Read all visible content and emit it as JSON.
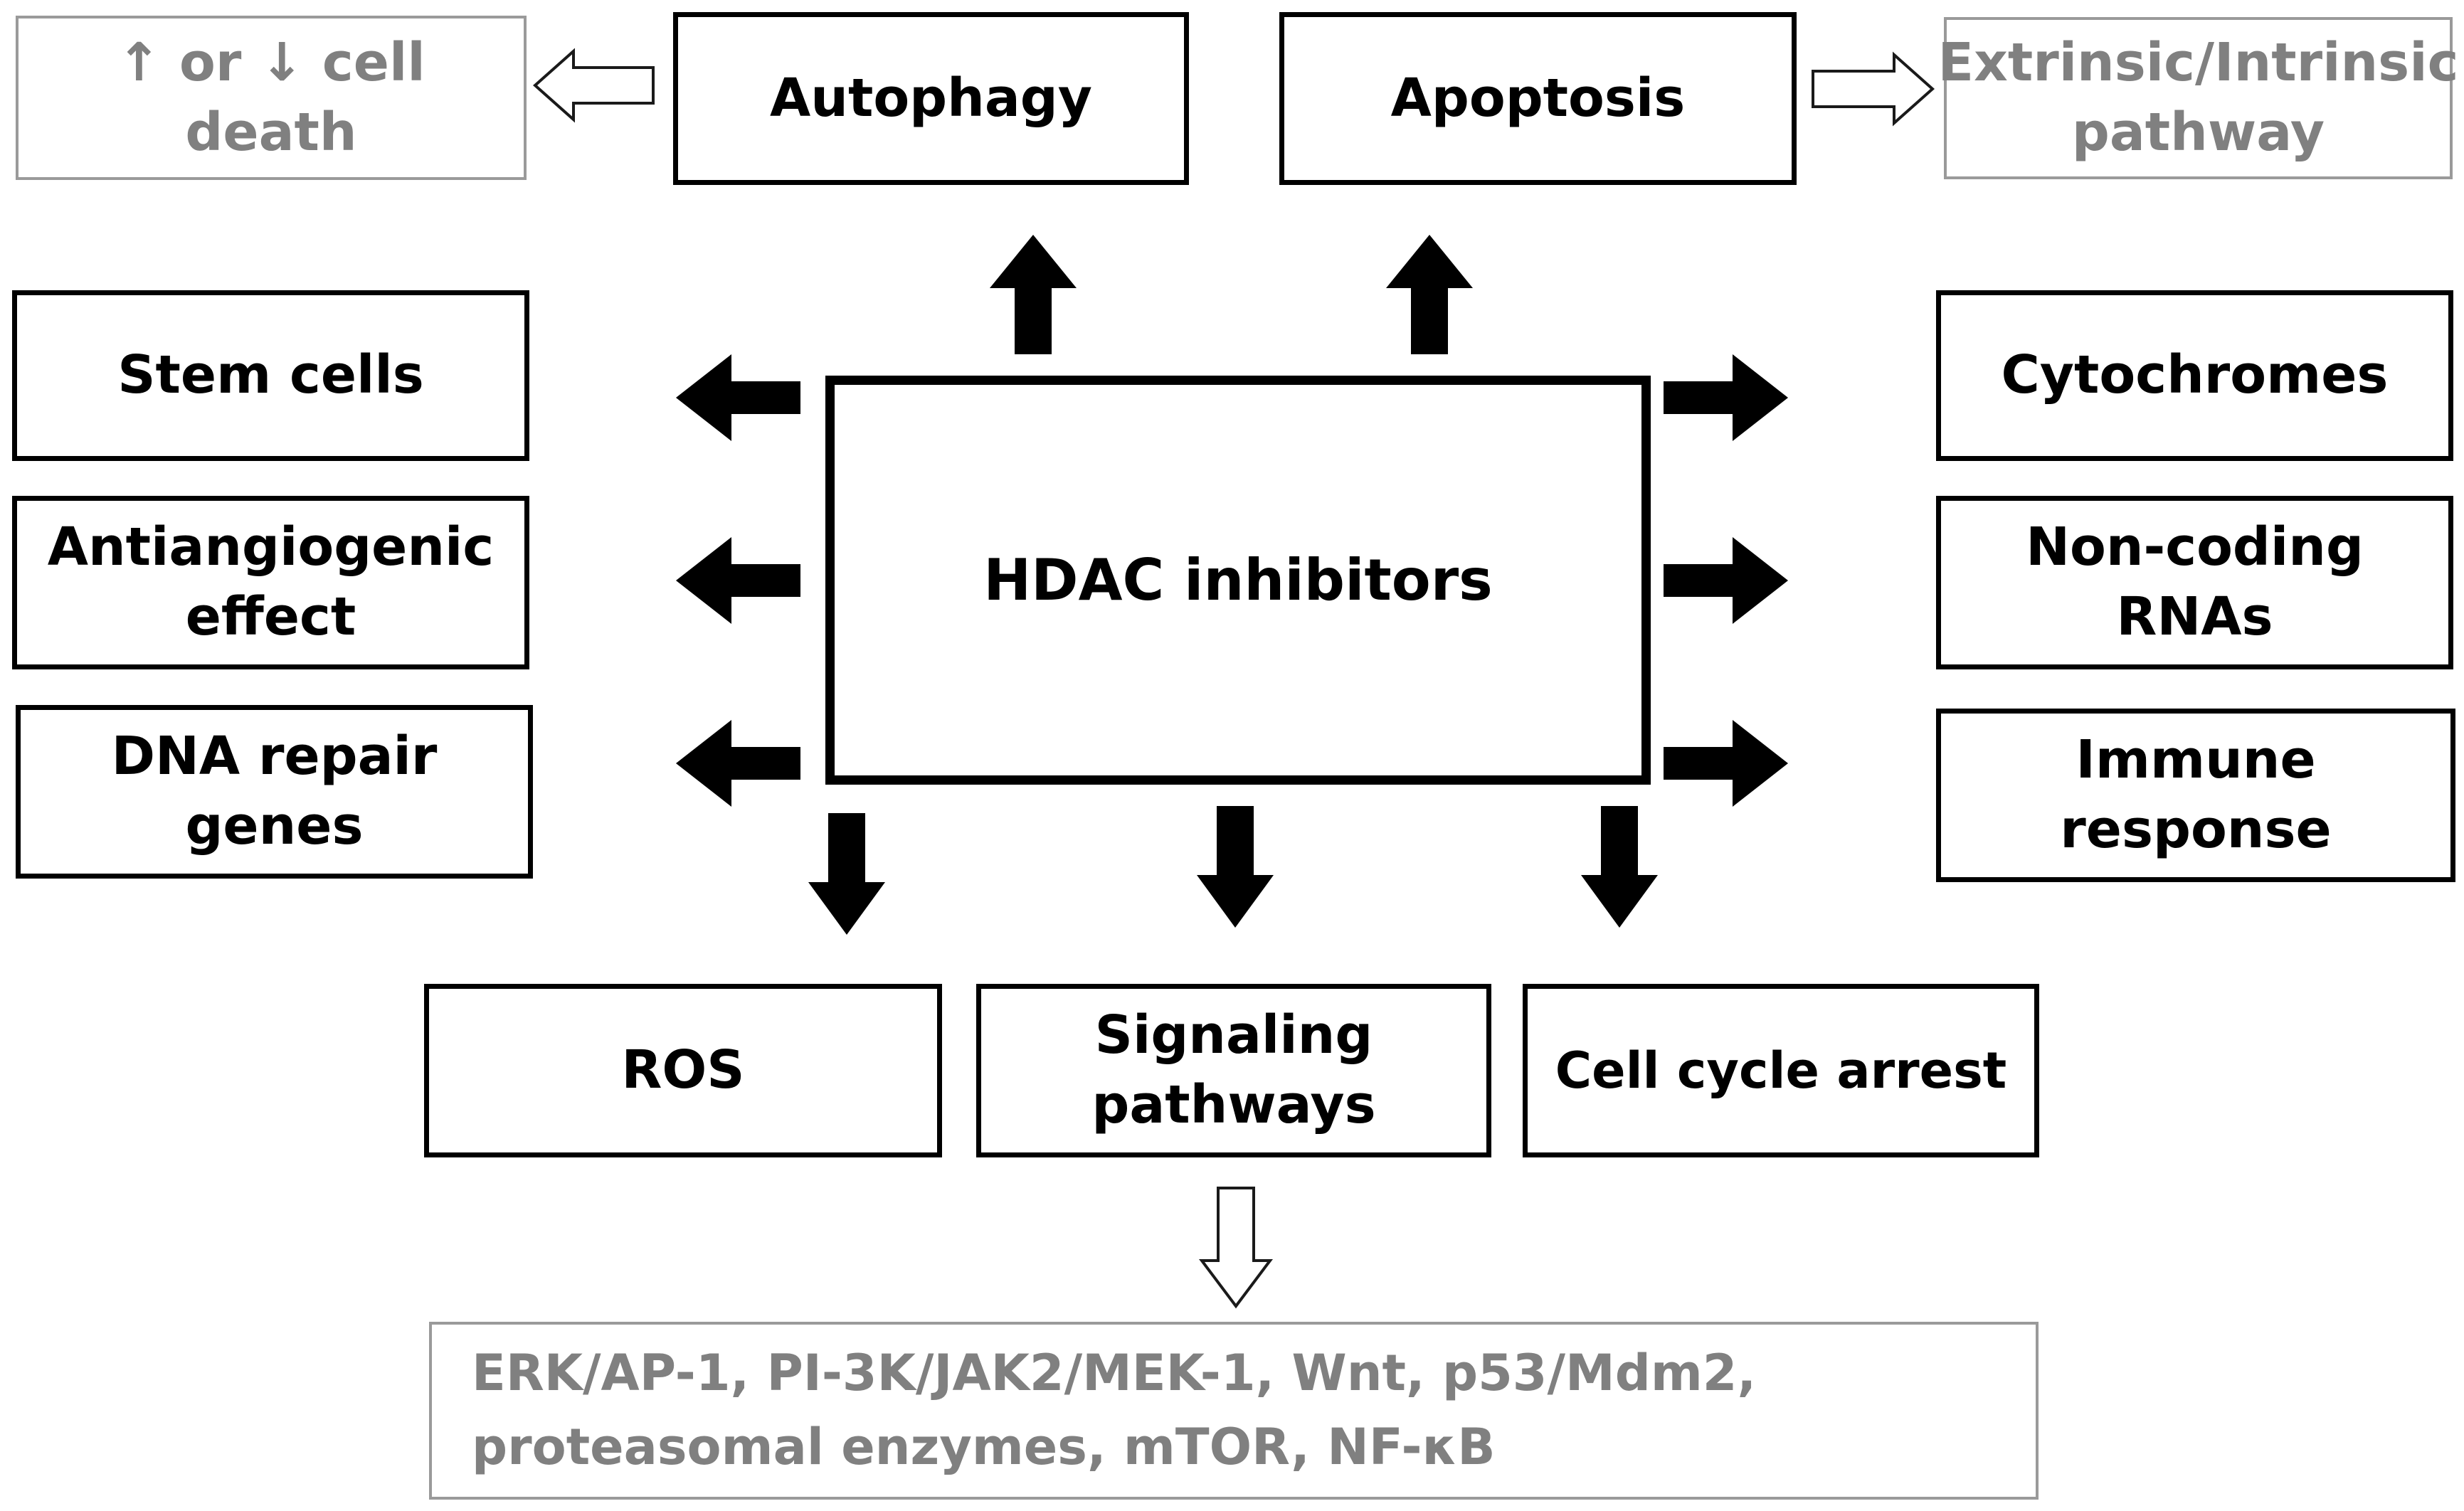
{
  "diagram": {
    "center": "HDAC inhibitors",
    "top": {
      "autophagy": "Autophagy",
      "apoptosis": "Apoptosis",
      "cell_death": "↑ or ↓ cell death",
      "pathway": "Extrinsic/Intrinsic pathway"
    },
    "left": {
      "stem_cells": "Stem cells",
      "antiangiogenic": "Antiangiogenic effect",
      "dna_repair": "DNA repair genes"
    },
    "right": {
      "cytochromes": "Cytochromes",
      "noncoding": "Non-coding RNAs",
      "immune": "Immune response"
    },
    "bottom": {
      "ros": "ROS",
      "signaling": "Signaling pathways",
      "cell_cycle": "Cell cycle arrest",
      "signaling_list": "ERK/AP-1, PI-3K/JAK2/MEK-1, Wnt, p53/Mdm2, proteasomal enzymes, mTOR, NF-κB"
    },
    "colors": {
      "main": "#000000",
      "secondary": "#808080"
    }
  }
}
